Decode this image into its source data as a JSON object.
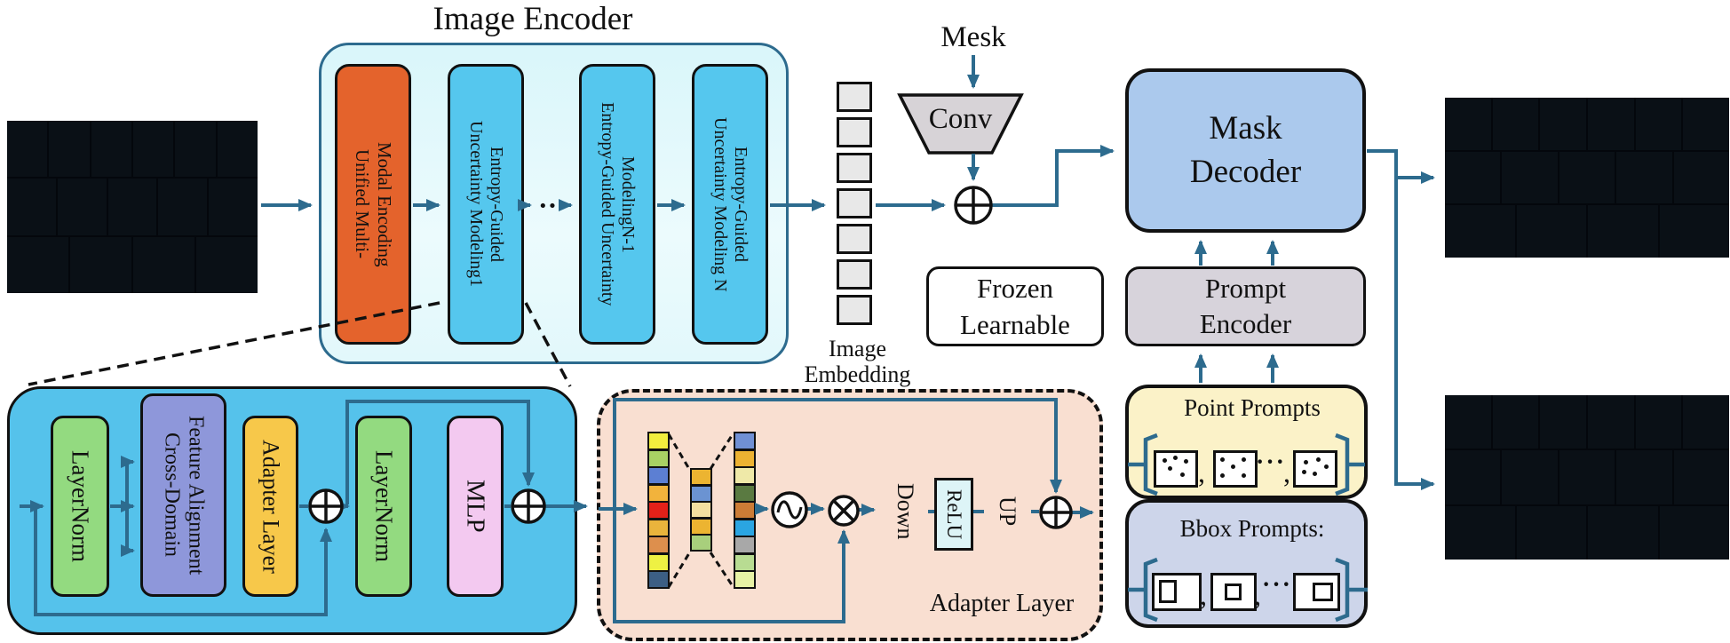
{
  "encoder": {
    "title": "Image Encoder",
    "ellipsis": "···",
    "blocks": {
      "unified": "Unified Multi-\nModal Encoding",
      "modeling1": "Entropy-Guided\nUncertainty Modeling1",
      "modelingN1": "Entropy-Guided Uncertainty\nModelingN-1",
      "modelingN": "Entropy-Guided\nUncertainty Modeling N"
    }
  },
  "embedding": {
    "label": "Image\nEmbedding",
    "token_count": 7
  },
  "mask_branch": {
    "mask": "Mesk",
    "conv": "Conv"
  },
  "legend": {
    "frozen": "Frozen",
    "learnable": "Learnable"
  },
  "mask_decoder": "Mask\nDecoder",
  "prompt_encoder": "Prompt\nEncoder",
  "point_prompts": {
    "title": "Point Prompts",
    "comma": ",",
    "ellipsis": "···"
  },
  "bbox_prompts": {
    "title": "Bbox Prompts:",
    "comma": ",",
    "ellipsis": "···"
  },
  "block_detail": {
    "layernorm1": "LayerNorm",
    "cross_domain": "Cross-Domain\nFeature Alignment",
    "adapter": "Adapter Layer",
    "layernorm2": "LayerNorm",
    "mlp": "MLP"
  },
  "adapter_detail": {
    "label": "Adapter Layer",
    "down": "Down",
    "relu": "ReLU",
    "up": "UP",
    "input_column": [
      "#f2ee3e",
      "#a8d164",
      "#5c7fd3",
      "#f2b33c",
      "#e32119",
      "#eab43c",
      "#dd8f4d",
      "#eef143",
      "#3c5f84"
    ],
    "bottleneck_column": [
      "#ecb431",
      "#6b93d2",
      "#f4dfa0",
      "#ecb431",
      "#a8cf7c"
    ],
    "output_column": [
      "#7090d4",
      "#ecb232",
      "#efe9a8",
      "#5a7a41",
      "#cc7c36",
      "#2aa5e2",
      "#a8a8a8",
      "#b8dc92",
      "#e7f2a5"
    ]
  },
  "colors": {
    "arrow": "#2d6b8e",
    "encoder_fill": "#e2f8fb",
    "unified_fill": "#e4632c",
    "modeling_fill": "#55c7ee",
    "decoder_fill": "#abc9ed",
    "prompt_encoder_fill": "#d7d3db",
    "point_fill": "#fbf2c8",
    "bbox_fill": "#cdd5ea",
    "detail_fill": "#55c2eb",
    "adapter_box_fill": "#f9dfd1",
    "layernorm_fill": "#93da80",
    "cross_domain_fill": "#8e97da",
    "adapter_fill": "#f7c84a",
    "mlp_fill": "#f3c9f0",
    "trapezoid_fill": "#a3e2ec",
    "conv_fill": "#d7d3d7"
  }
}
